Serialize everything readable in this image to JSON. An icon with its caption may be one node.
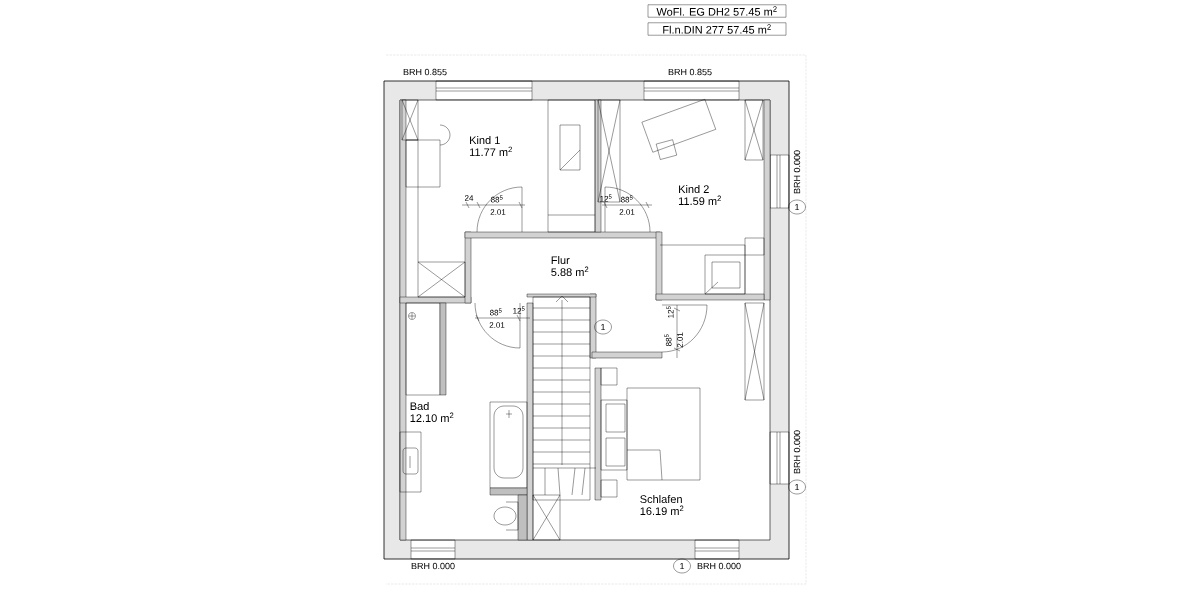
{
  "diagram": {
    "nodes": [
      {
        "text": [
          "WoFl. EG DH2 57.45 m$^{2}$"
        ]
      },
      {
        "text": [
          "Fl.n.DIN 277 57.45 m$^{2}$"
        ]
      },
      {
        "text": [
          "Kind 1",
          "11.77 m$^{2}$"
        ]
      },
      {
        "text": [
          "Kind 2",
          "11.59 m$^{2}$"
        ]
      },
      {
        "text": [
          "Flur",
          "5.88 m$^{2}$"
        ]
      },
      {
        "text": [
          "Bad",
          "12.10 m$^{2}$"
        ]
      },
      {
        "text": [
          "Schlafen",
          "16.19 m$^{2}$"
        ]
      }
    ],
    "labels": [
      "BRH 0.855",
      "BRH 0.855",
      "24",
      "88$^{5}$",
      "2.01",
      "12$^{5}$",
      "88$^{5}$",
      "2.01",
      "BRH 0.000",
      "1",
      "88$^{5}$",
      "12$^{5}$",
      "2.01",
      "1",
      "12$^{5}$",
      "88$^{5}$",
      "2.01",
      "BRH 0.000",
      "1",
      "BRH 0.000",
      "1",
      "BRH 0.000"
    ]
  }
}
